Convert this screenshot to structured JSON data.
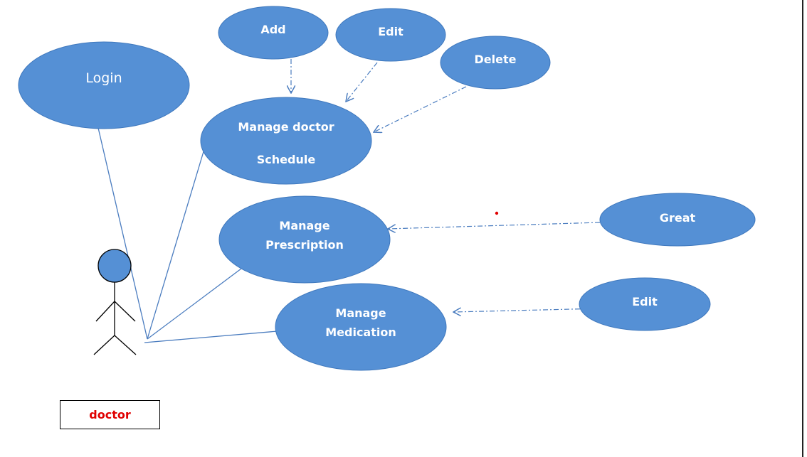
{
  "colors": {
    "usecase_fill": "#5590d5",
    "line": "#4a7cbf",
    "actor_name": "#e00000",
    "dot": "#e00000"
  },
  "actor": {
    "name": "doctor"
  },
  "use_cases": {
    "login": "Login",
    "add": "Add",
    "edit_schedule": "Edit",
    "delete": "Delete",
    "manage_schedule": {
      "line1": "Manage doctor",
      "line2": "Schedule"
    },
    "manage_prescription": {
      "line1": "Manage",
      "line2": "Prescription"
    },
    "great": "Great",
    "manage_medication": {
      "line1": "Manage",
      "line2": "Medication"
    },
    "edit_medication": "Edit"
  }
}
